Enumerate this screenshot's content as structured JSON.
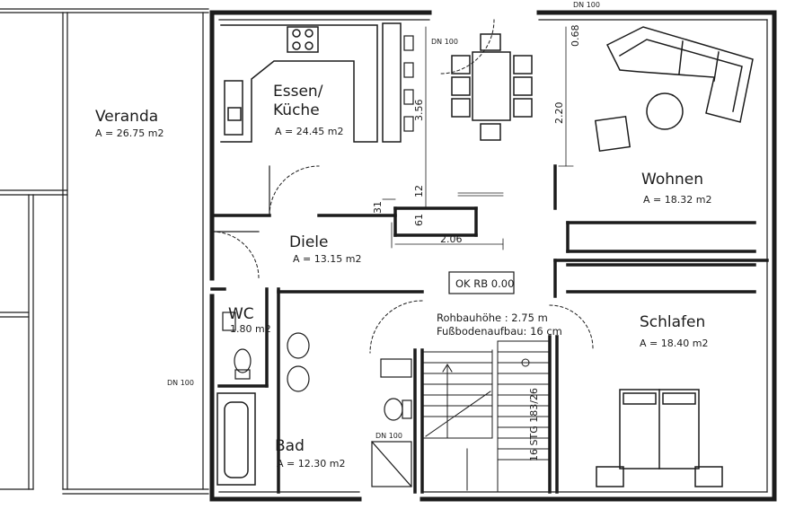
{
  "rooms": {
    "veranda": {
      "name": "Veranda",
      "area": "A = 26.75 m2"
    },
    "essen_kueche": {
      "name_line1": "Essen/",
      "name_line2": "Küche",
      "area": "A = 24.45 m2"
    },
    "wohnen": {
      "name": "Wohnen",
      "area": "A = 18.32 m2"
    },
    "diele": {
      "name": "Diele",
      "area": "A = 13.15 m2"
    },
    "wc": {
      "name": "WC",
      "area": "1.80 m2"
    },
    "schlafen": {
      "name": "Schlafen",
      "area": "A = 18.40 m2"
    },
    "bad": {
      "name": "Bad",
      "area": "A = 12.30 m2"
    }
  },
  "dimensions": {
    "d356": "3.56",
    "d220": "2.20",
    "d68": "0.68",
    "d206": "2.06",
    "d61": "61",
    "d31": "31",
    "d12": "12"
  },
  "annotations": {
    "ok_rb": "OK RB 0.00",
    "rohbauhoehe": "Rohbauhöhe : 2.75 m",
    "fussboden": "Fußbodenaufbau: 16 cm",
    "stairs": "16 STG 183/26",
    "dn100_a": "DN 100",
    "dn100_b": "DN 100",
    "dn100_c": "DN 100",
    "dn100_d": "DN 100"
  },
  "colors": {
    "ink": "#1c1c1c",
    "paper": "#ffffff"
  }
}
